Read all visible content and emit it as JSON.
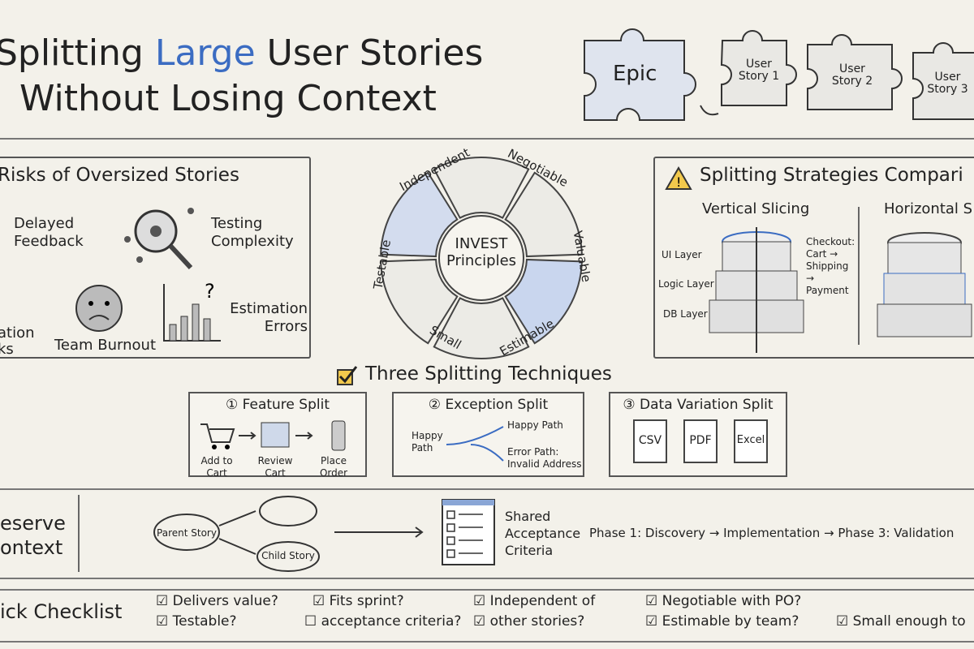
{
  "title": {
    "line1_a": "Splitting ",
    "line1_highlight": "Large",
    "line1_b": " User Stories",
    "line2": "Without Losing Context"
  },
  "puzzles": [
    "Epic",
    "User Story 1",
    "User Story 2",
    "User Story 3"
  ],
  "risks": {
    "heading": "Risks of Oversized Stories",
    "items": [
      "Delayed Feedback",
      "Testing Complexity",
      "ation",
      "ks",
      "Team Burnout",
      "Estimation Errors"
    ]
  },
  "invest": {
    "center": "INVEST Principles",
    "segments": [
      "Independent",
      "Negotiable",
      "Valuable",
      "Estimable",
      "Small",
      "Testable"
    ]
  },
  "strategies": {
    "heading": "Splitting Strategies Compari",
    "vertical": "Vertical Slicing",
    "horizontal": "Horizontal S",
    "layers": [
      "UI Layer",
      "Logic Layer",
      "DB Layer"
    ],
    "note": "Checkout: Cart → Shipping → Payment"
  },
  "techniques": {
    "heading": "Three Splitting Techniques",
    "items": [
      {
        "title": "① Feature Split",
        "steps": [
          "Add to Cart",
          "Review Cart",
          "Place Order"
        ]
      },
      {
        "title": "② Exception Split",
        "from": "Happy Path",
        "to": [
          "Happy Path",
          "Error Path: Invalid Address"
        ]
      },
      {
        "title": "③ Data Variation Split",
        "files": [
          "CSV",
          "PDF",
          "Excel"
        ]
      }
    ]
  },
  "preserve": {
    "heading_1": "eserve",
    "heading_2": "ontext",
    "parent": "Parent Story",
    "child": "Child Story",
    "criteria": "Shared Acceptance Criteria",
    "phases": "Phase 1: Discovery → Implementation → Phase 3: Validation"
  },
  "checklist": {
    "heading": "ick Checklist",
    "items": [
      "☑ Delivers value?",
      "☑ Testable?",
      "☑ Fits sprint?",
      "☐ acceptance criteria?",
      "☑ Independent of",
      "☑ other stories?",
      "☑ Negotiable with PO?",
      "☑ Estimable by team?",
      "☑ Small enough to"
    ]
  },
  "colors": {
    "accent": "#3b6cc2",
    "warning": "#f2c94c",
    "background": "#f3f1ea"
  }
}
